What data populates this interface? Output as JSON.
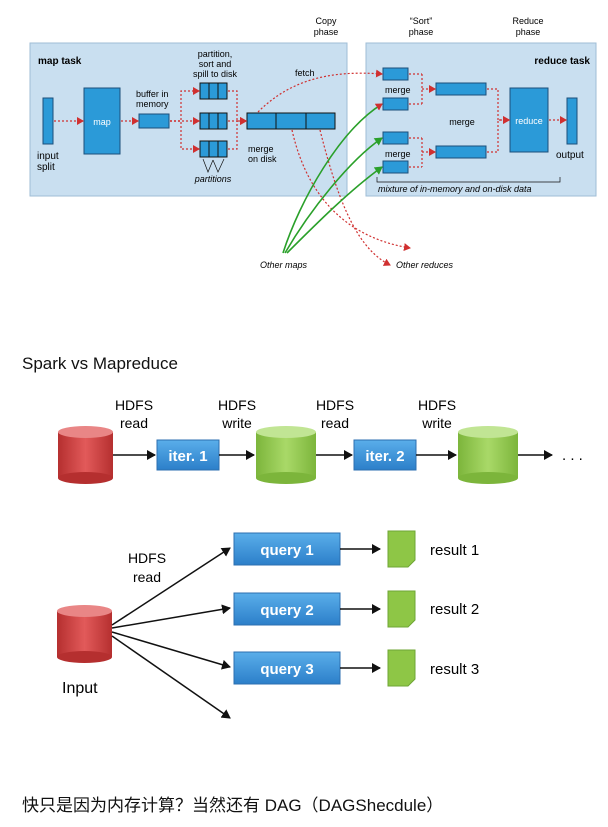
{
  "mapreduce": {
    "map_task": "map task",
    "reduce_task": "reduce task",
    "copy_phase": [
      "Copy",
      "phase"
    ],
    "sort_phase": [
      "“Sort”",
      "phase"
    ],
    "reduce_phase": [
      "Reduce",
      "phase"
    ],
    "input_split": [
      "input",
      "split"
    ],
    "map": "map",
    "buffer": [
      "buffer in",
      "memory"
    ],
    "partition": [
      "partition,",
      "sort and",
      "spill to disk"
    ],
    "partitions": "partitions",
    "merge_on_disk": [
      "merge",
      "on disk"
    ],
    "fetch": "fetch",
    "merge": "merge",
    "reduce": "reduce",
    "output": "output",
    "mixture": "mixture of in-memory and on-disk data",
    "other_maps": "Other maps",
    "other_reduces": "Other reduces"
  },
  "caption_spark": "Spark vs Mapreduce",
  "iterative": {
    "hdfs_read": [
      "HDFS",
      "read"
    ],
    "hdfs_write": [
      "HDFS",
      "write"
    ],
    "iter1": "iter. 1",
    "iter2": "iter. 2",
    "ellipsis": ". . ."
  },
  "queries": {
    "hdfs_read": [
      "HDFS",
      "read"
    ],
    "input": "Input",
    "query1": "query 1",
    "query2": "query 2",
    "query3": "query 3",
    "result1": "result 1",
    "result2": "result 2",
    "result3": "result 3"
  },
  "caption_bottom": "快只是因为内存计算？当然还有 DAG（DAGShecdule）",
  "colors": {
    "panel": "#c9dff0",
    "box": "#2b9ad8",
    "box_dark": "#1c4f7a",
    "red_arrow": "#d03030",
    "green_arrow": "#2aa02a",
    "disk_red": "#d84545",
    "disk_green": "#8ec646",
    "iter_box": "#3a8fd8",
    "result_green": "#8ec646"
  }
}
